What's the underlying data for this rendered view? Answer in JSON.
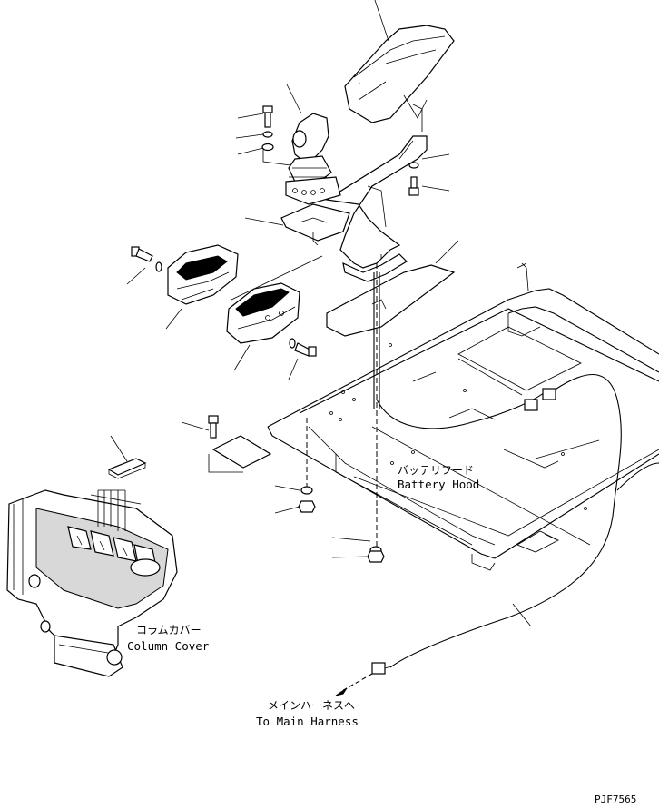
{
  "labels": {
    "battery_hood_jp": "バッテリフード",
    "battery_hood_en": "Battery Hood",
    "column_cover_jp": "コラムカバー",
    "column_cover_en": "Column Cover",
    "main_harness_jp": "メインハーネスへ",
    "main_harness_en": "To Main Harness",
    "drawing_code": "PJF7565"
  }
}
